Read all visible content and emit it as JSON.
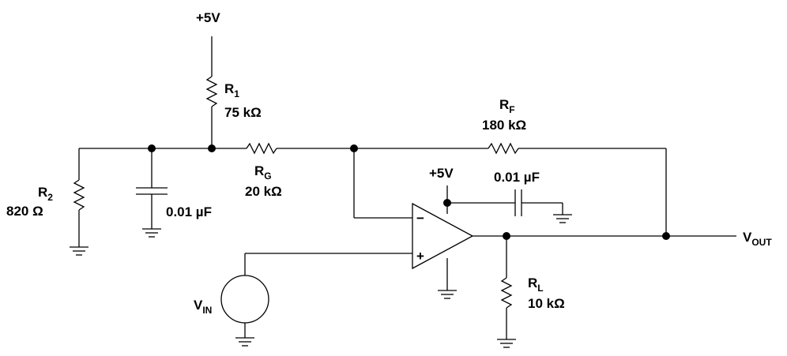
{
  "supply_top": "+5V",
  "supply_opamp": "+5V",
  "r1": {
    "name": "R",
    "sub": "1",
    "value": "75 kΩ"
  },
  "r2": {
    "name": "R",
    "sub": "2",
    "value": "820 Ω"
  },
  "rg": {
    "name": "R",
    "sub": "G",
    "value": "20 kΩ"
  },
  "rf": {
    "name": "R",
    "sub": "F",
    "value": "180 kΩ"
  },
  "rl": {
    "name": "R",
    "sub": "L",
    "value": "10 kΩ"
  },
  "c_filter": {
    "value": "0.01 µF"
  },
  "c_bypass": {
    "value": "0.01 µF"
  },
  "opamp": {
    "minus": "−",
    "plus": "+"
  },
  "vin": {
    "name": "V",
    "sub": "IN"
  },
  "vout": {
    "name": "V",
    "sub": "OUT"
  }
}
